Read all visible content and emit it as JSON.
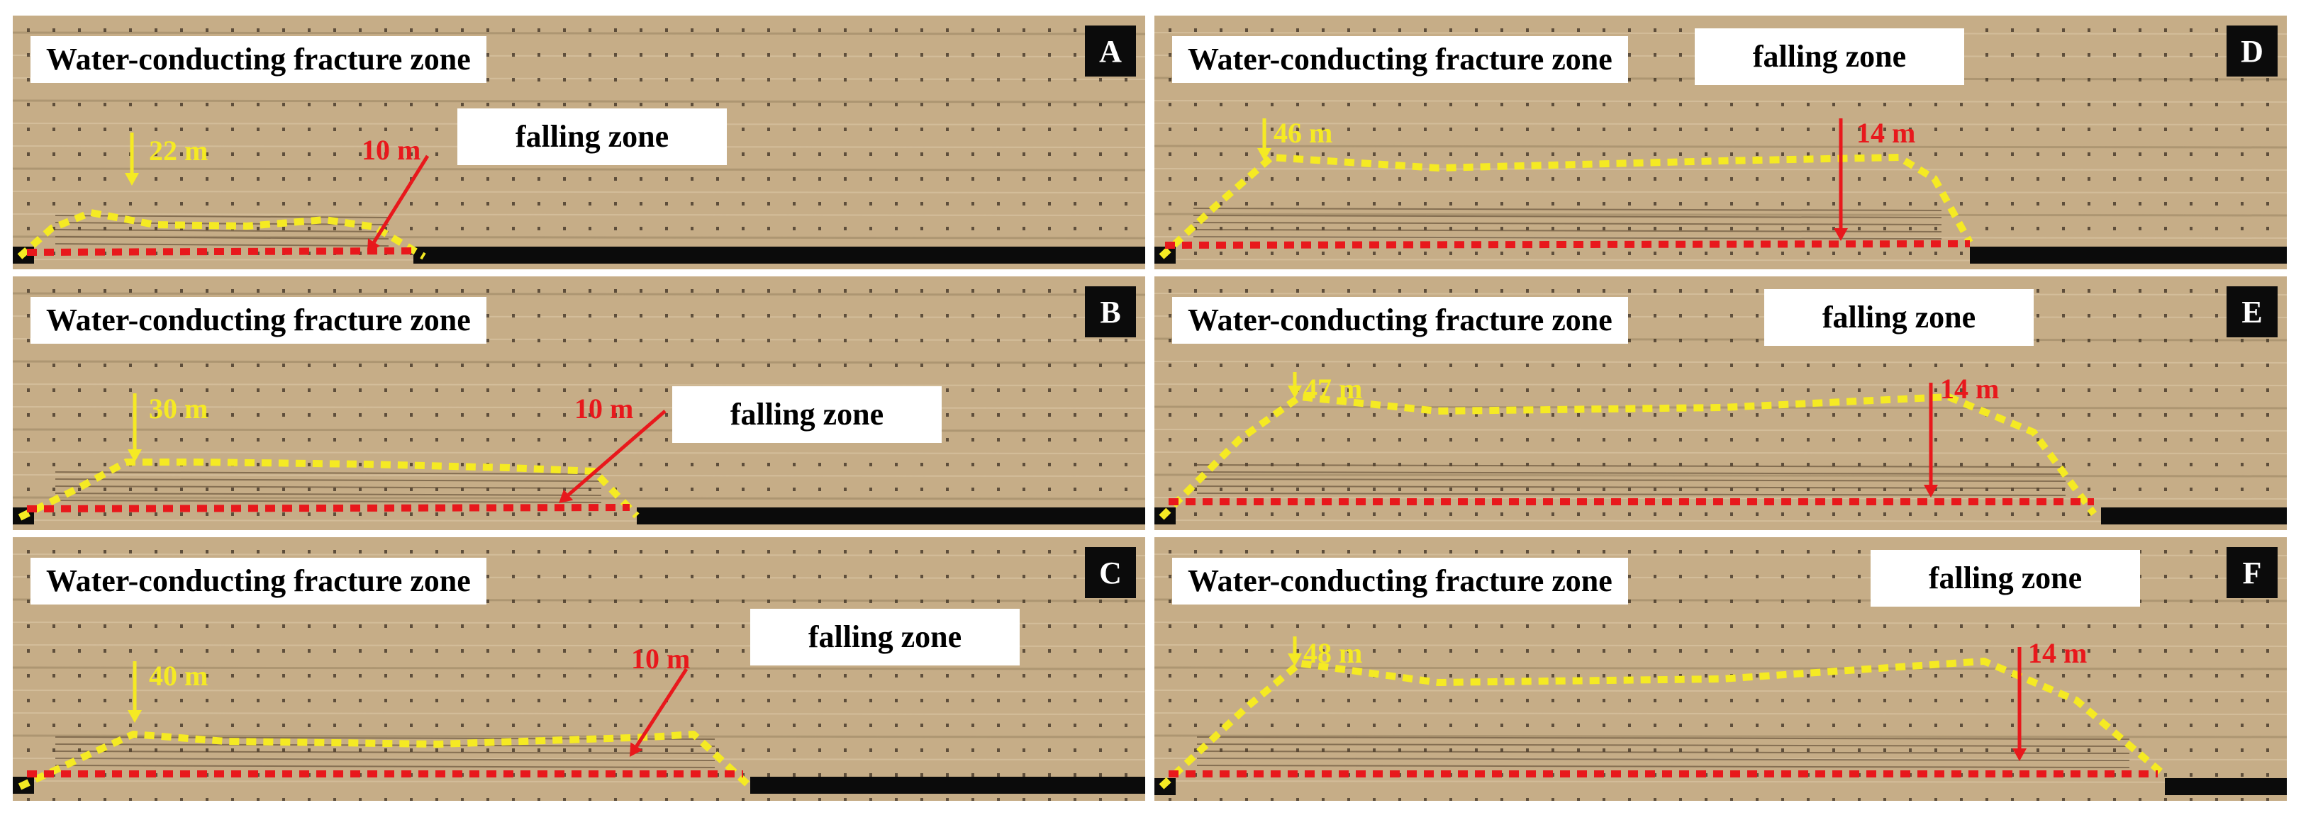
{
  "colors": {
    "background": "#c6ad87",
    "fracture_zone_outline": "#f5ea23",
    "falling_zone_outline": "#e8181c",
    "height_arrow_yellow": "#f5ea23",
    "height_arrow_red": "#e8181c",
    "label_box": "#ffffff",
    "panel_letter_box": "#0b0b0b"
  },
  "panels": [
    {
      "letter": "A",
      "title": "Water-conducting fracture zone",
      "falling_label": "falling zone",
      "fracture_height": "22 m",
      "falling_height": "10 m"
    },
    {
      "letter": "B",
      "title": "Water-conducting fracture zone",
      "falling_label": "falling zone",
      "fracture_height": "30 m",
      "falling_height": "10 m"
    },
    {
      "letter": "C",
      "title": "Water-conducting fracture zone",
      "falling_label": "falling zone",
      "fracture_height": "40 m",
      "falling_height": "10 m"
    },
    {
      "letter": "D",
      "title": "Water-conducting fracture zone",
      "falling_label": "falling zone",
      "fracture_height": "46 m",
      "falling_height": "14 m"
    },
    {
      "letter": "E",
      "title": "Water-conducting fracture zone",
      "falling_label": "falling zone",
      "fracture_height": "47 m",
      "falling_height": "14 m"
    },
    {
      "letter": "F",
      "title": "Water-conducting fracture zone",
      "falling_label": "falling zone",
      "fracture_height": "48 m",
      "falling_height": "14 m"
    }
  ]
}
